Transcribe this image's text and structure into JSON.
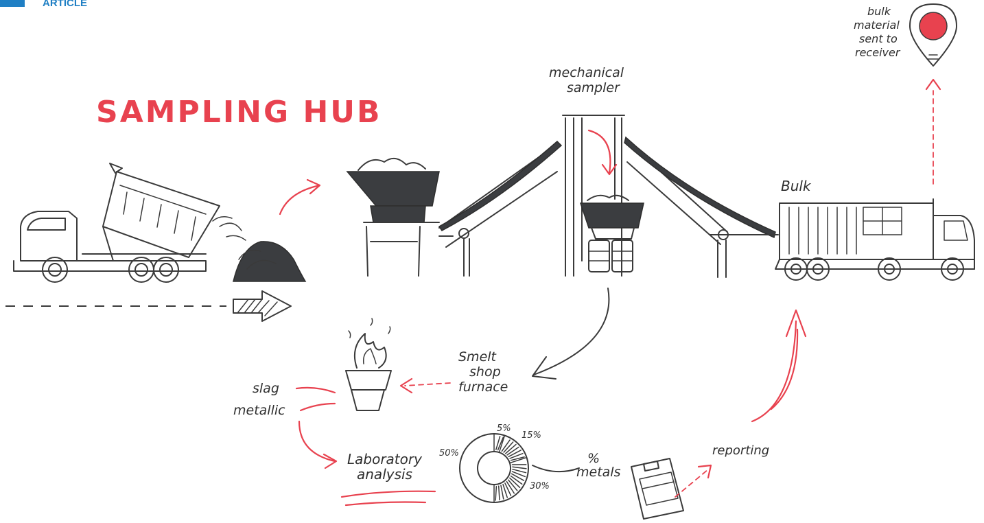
{
  "header": {
    "tag": "ARTICLE",
    "tag_color": "#1f7fc4"
  },
  "title": "SAMPLING HUB",
  "accent_color": "#e8424f",
  "labels": {
    "mechanical": "mechanical",
    "sampler": "sampler",
    "bulk": "Bulk",
    "bulk_material": "bulk",
    "material": "material",
    "sent_to": "sent to",
    "receiver": "receiver",
    "smelt": "Smelt",
    "shop": "shop",
    "furnace": "furnace",
    "slag": "slag",
    "metallic": "metallic",
    "laboratory": "Laboratory",
    "analysis": "analysis",
    "percent_sign": "%",
    "metals": "metals",
    "reporting": "reporting"
  },
  "donut_labels": {
    "p5": "5%",
    "p15": "15%",
    "p30": "30%",
    "p50": "50%"
  },
  "donut_shares": [
    50,
    5,
    15,
    30
  ],
  "icons": [
    "dump-truck-icon",
    "hopper-icon",
    "conveyor-icon",
    "sampler-tower-icon",
    "drums-icon",
    "container-truck-icon",
    "location-pin-icon",
    "furnace-icon",
    "clipboard-icon",
    "donut-chart-icon"
  ]
}
